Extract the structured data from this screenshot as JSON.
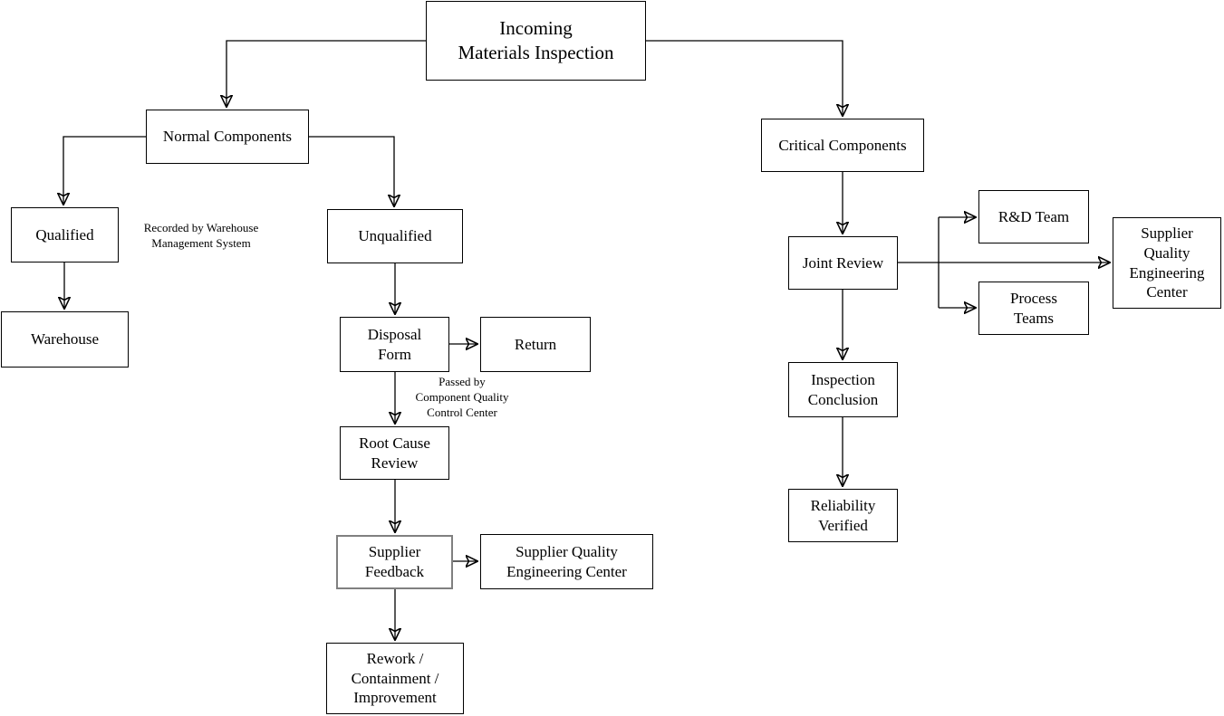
{
  "diagram": {
    "title": "Incoming Materials Inspection flowchart",
    "colors": {
      "background": "#ffffff",
      "line": "#000000",
      "box_border": "#000000",
      "selected_box_border": "#808080",
      "text": "#000000"
    },
    "nodes": {
      "incoming_materials_inspection": {
        "label": "Incoming\nMaterials Inspection"
      },
      "normal_components": {
        "label": "Normal Components"
      },
      "qualified": {
        "label": "Qualified"
      },
      "warehouse": {
        "label": "Warehouse"
      },
      "unqualified": {
        "label": "Unqualified"
      },
      "disposal_form": {
        "label": "Disposal\nForm"
      },
      "return_node": {
        "label": "Return"
      },
      "root_cause_review": {
        "label": "Root Cause\nReview"
      },
      "supplier_feedback": {
        "label": "Supplier\nFeedback"
      },
      "supplier_quality_engineering_center": {
        "label": "Supplier Quality\nEngineering Center"
      },
      "rework_containment_improvement": {
        "label": "Rework /\nContainment /\nImprovement"
      },
      "critical_components": {
        "label": "Critical Components"
      },
      "joint_review": {
        "label": "Joint Review"
      },
      "rd_team": {
        "label": "R&D Team"
      },
      "process_teams": {
        "label": "Process\nTeams"
      },
      "supplier_quality_engineering_center_right": {
        "label": "Supplier\nQuality\nEngineering\nCenter"
      },
      "inspection_conclusion": {
        "label": "Inspection\nConclusion"
      },
      "reliability_verified": {
        "label": "Reliability\nVerified"
      }
    },
    "annotations": {
      "recorded_by": "Recorded by Warehouse\nManagement System",
      "passed_by": "Passed by\nComponent Quality\nControl Center"
    }
  }
}
